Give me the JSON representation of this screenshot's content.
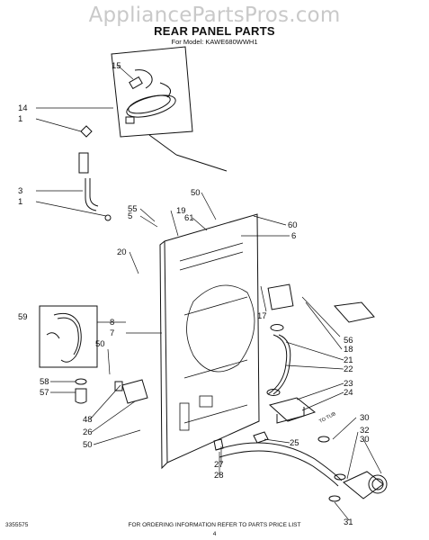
{
  "watermark": "AppliancePartsPros.com",
  "title": "REAR PANEL PARTS",
  "subtitle": "For Model: KAWE680WWH1",
  "footer": {
    "doc_number": "3355575",
    "note": "FOR ORDERING INFORMATION REFER TO PARTS PRICE LIST",
    "page": "4"
  },
  "to_tub_label": "TO TUB",
  "callouts": [
    "15",
    "14",
    "1",
    "3",
    "1",
    "55",
    "5",
    "19",
    "61",
    "50",
    "60",
    "6",
    "20",
    "59",
    "8",
    "7",
    "50",
    "58",
    "57",
    "48",
    "26",
    "50",
    "17",
    "56",
    "18",
    "21",
    "22",
    "23",
    "24",
    "25",
    "27",
    "28",
    "30",
    "32",
    "30",
    "31"
  ]
}
